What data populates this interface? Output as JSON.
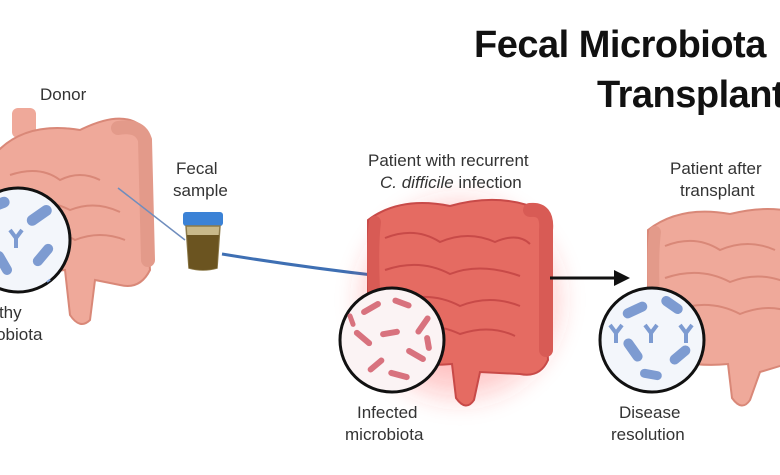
{
  "title": {
    "line1": "Fecal Microbiota",
    "line2": "Transplant"
  },
  "donor": {
    "label": "Donor",
    "microbiota_line1": "Healthy",
    "microbiota_line2": "microbiota"
  },
  "sample": {
    "line1": "Fecal",
    "line2": "sample"
  },
  "patient": {
    "line1": "Patient with recurrent",
    "line2_italic": "C. difficile",
    "line2_rest": " infection",
    "microbiota_line1": "Infected",
    "microbiota_line2": "microbiota"
  },
  "after": {
    "line1": "Patient after",
    "line2": "transplant",
    "result_line1": "Disease",
    "result_line2": "resolution"
  },
  "colors": {
    "colon": "#efa99a",
    "colon_dark": "#d98878",
    "inflamed": "#e05a5a",
    "glow": "#ff3b3b",
    "healthy_bacteria": "#7d9bd1",
    "infected_bacteria": "#d8727e",
    "arrow_blue": "#3e6fb3",
    "jar_lid": "#3b82d6"
  }
}
